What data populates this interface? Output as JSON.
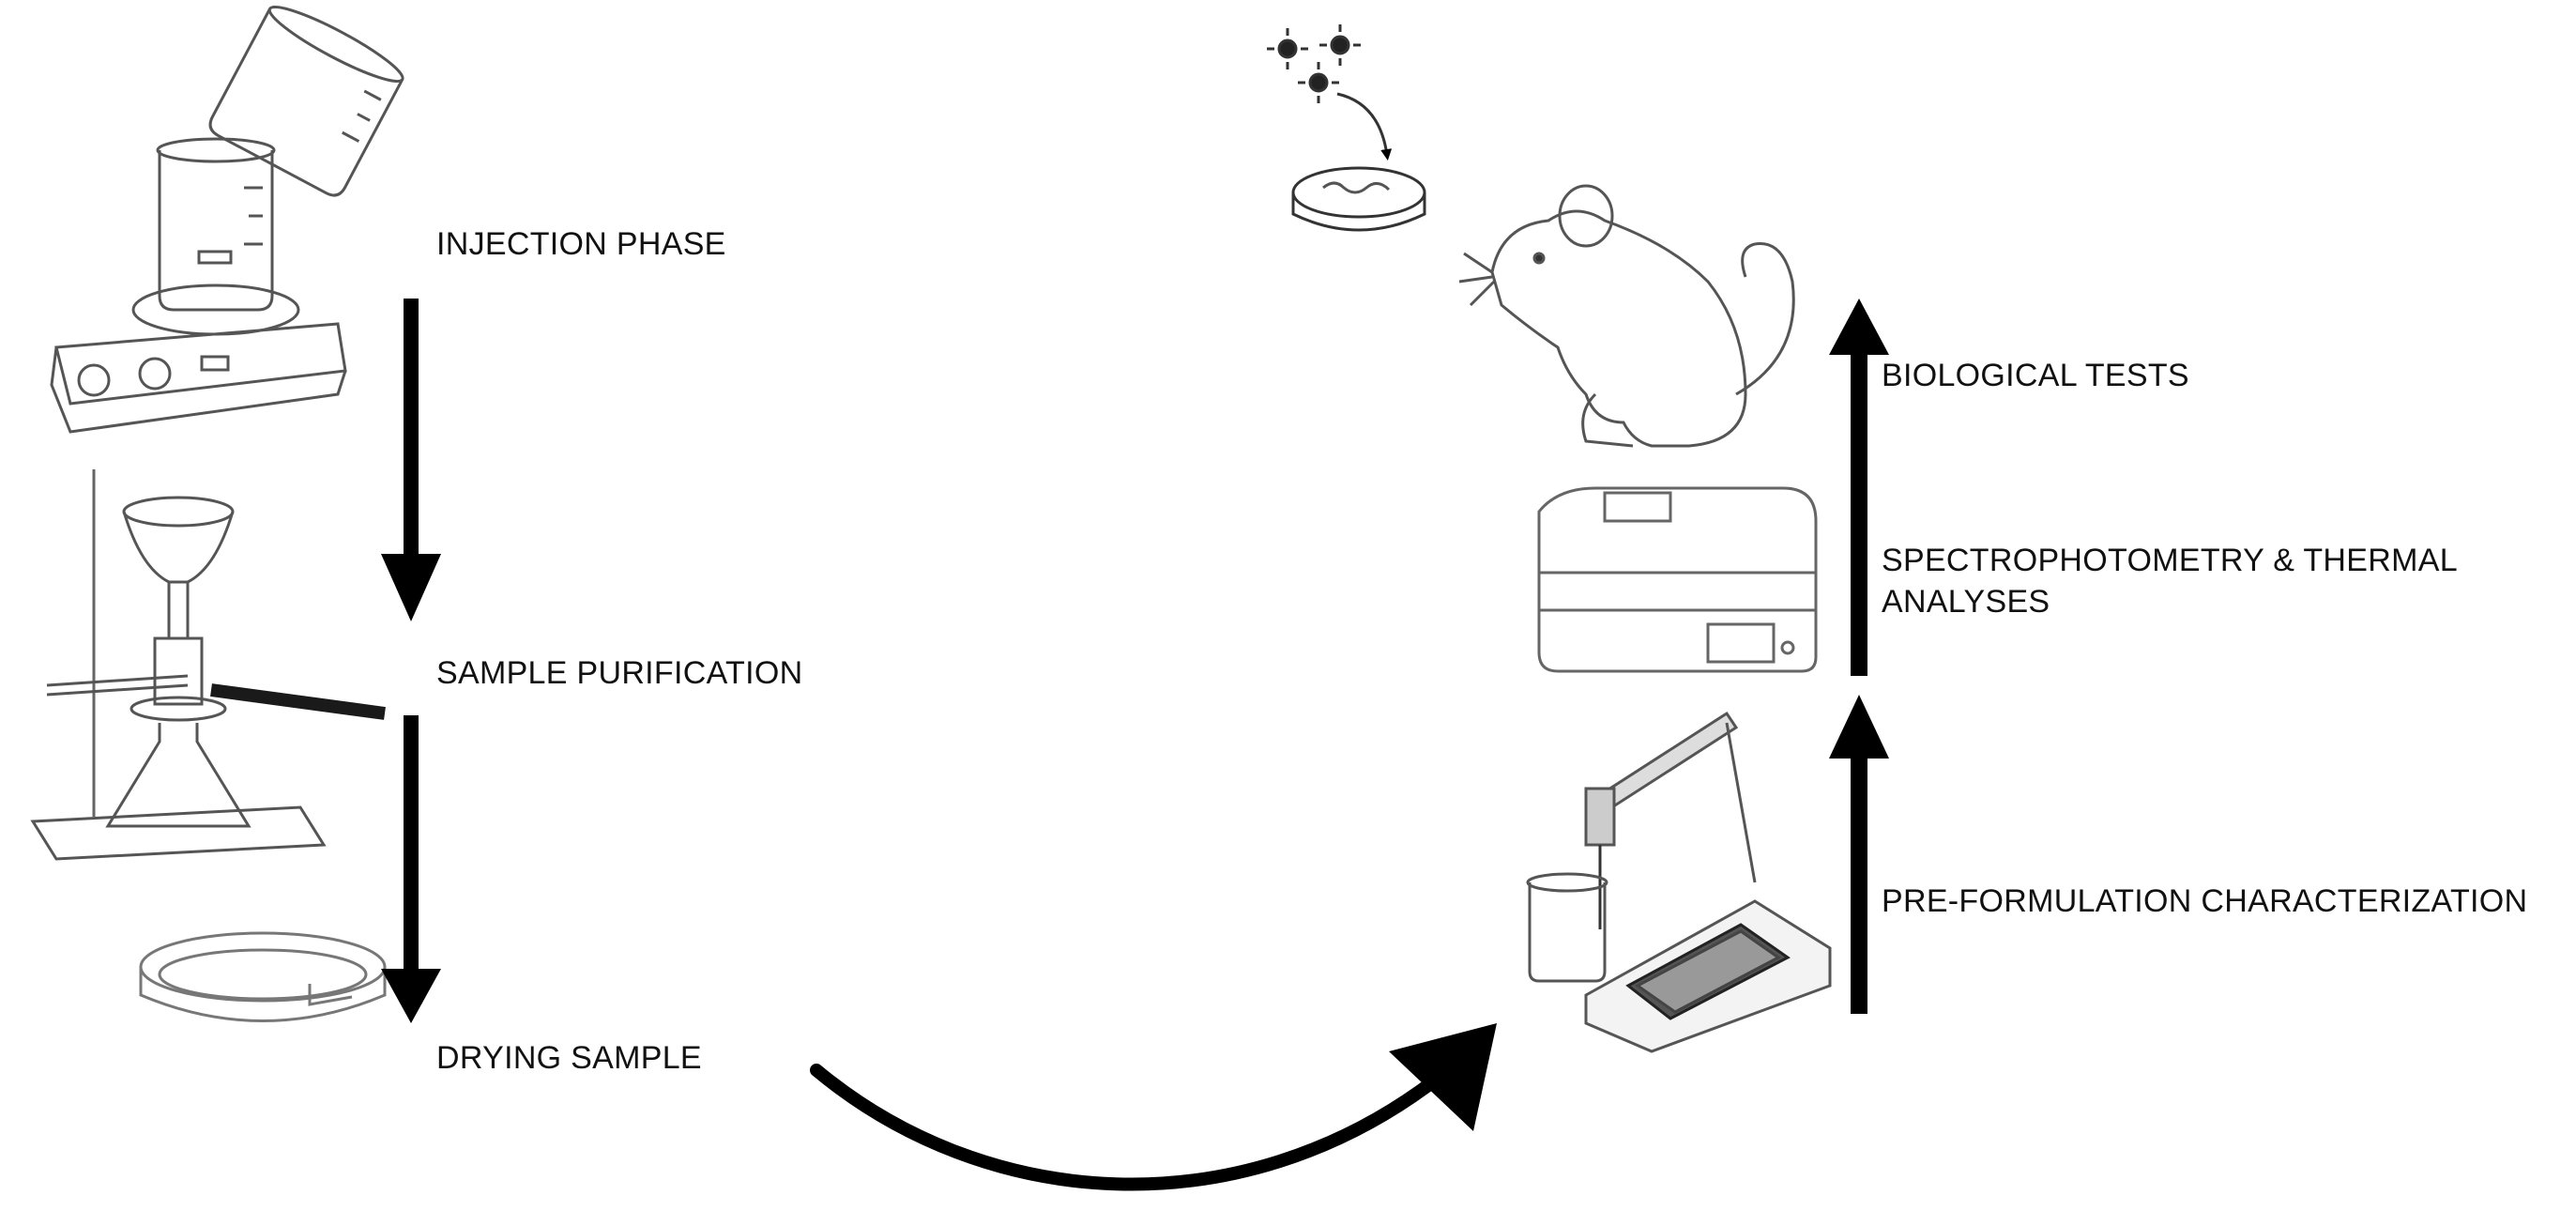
{
  "steps_left": {
    "injection_phase": "INJECTION PHASE",
    "sample_purification": "SAMPLE PURIFICATION",
    "drying_sample": "DRYING SAMPLE"
  },
  "steps_right": {
    "biological_tests": "BIOLOGICAL TESTS",
    "spectrophotometry": "SPECTROPHOTOMETRY & THERMAL ANALYSES",
    "pre_formulation": "PRE-FORMULATION CHARACTERIZATION"
  }
}
